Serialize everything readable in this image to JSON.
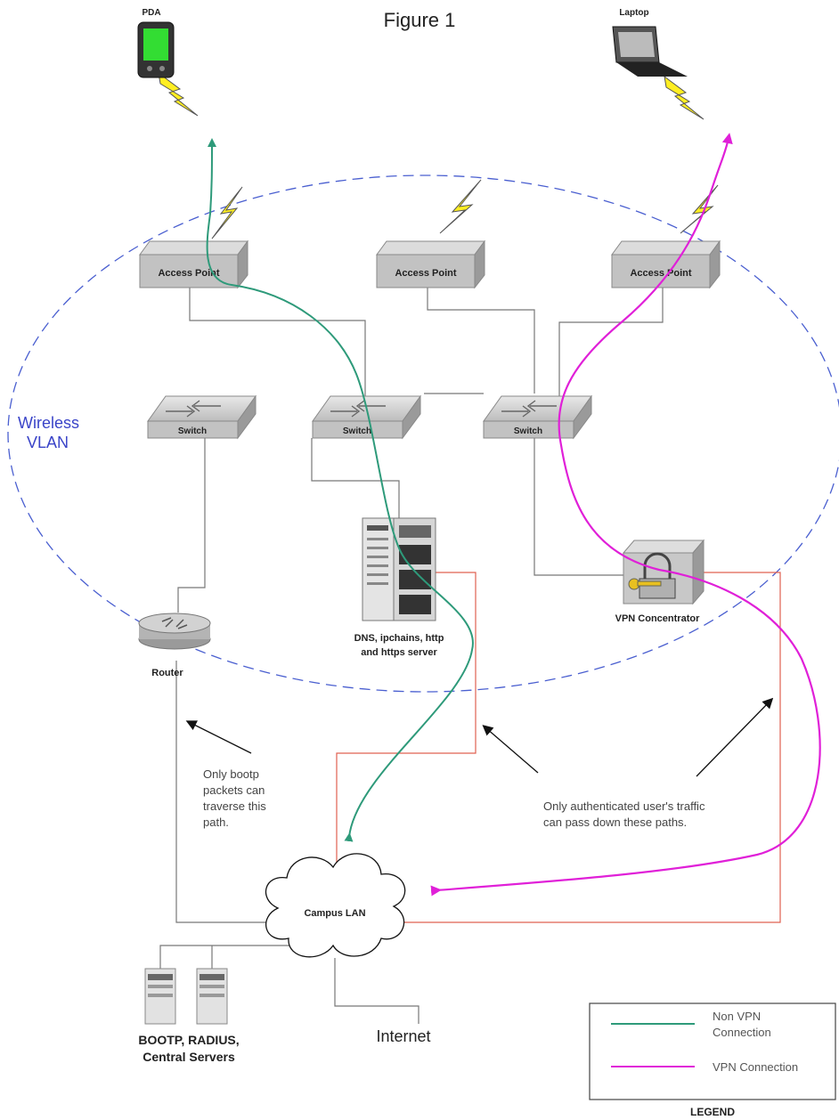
{
  "title": "Figure 1",
  "devices": {
    "pda": "PDA",
    "laptop": "Laptop",
    "access_point_label": "Access Point",
    "switch_label": "Switch",
    "router": "Router",
    "dns_server_line1": "DNS, ipchains, http",
    "dns_server_line2": "and https server",
    "vpn_concentrator": "VPN Concentrator",
    "campus_lan": "Campus LAN",
    "central_servers_line1": "BOOTP, RADIUS,",
    "central_servers_line2": "Central Servers",
    "internet": "Internet"
  },
  "zone": {
    "line1": "Wireless",
    "line2": "VLAN"
  },
  "annotations": {
    "bootp": [
      "Only bootp",
      "packets can",
      "traverse this",
      "path."
    ],
    "authenticated": [
      "Only authenticated user's traffic",
      "can pass down these paths."
    ]
  },
  "legend": {
    "caption": "LEGEND",
    "non_vpn_line1": "Non VPN",
    "non_vpn_line2": "Connection",
    "vpn": "VPN Connection",
    "colors": {
      "non_vpn": "#2e9a7a",
      "vpn": "#e020d8",
      "authenticated_path": "#e06050",
      "vlan_ellipse": "#4a5fd0"
    }
  }
}
